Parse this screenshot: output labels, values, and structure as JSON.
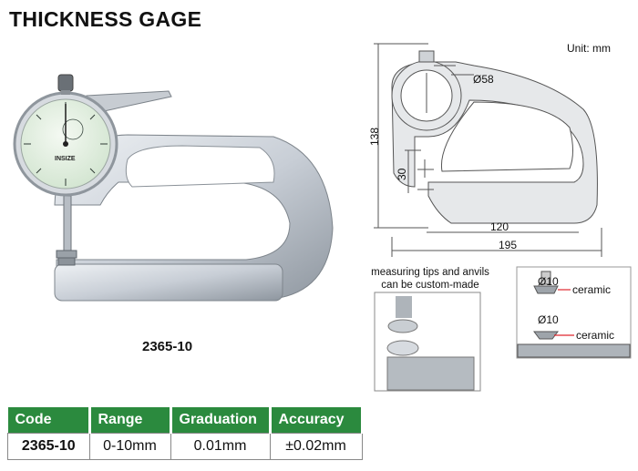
{
  "title": "THICKNESS GAGE",
  "unit_label": "Unit: mm",
  "model_number": "2365-10",
  "custom_note": [
    "measuring tips and anvils",
    "can be custom-made"
  ],
  "dimensions": {
    "diameter_dial": "Ø58",
    "height_total": "138",
    "throat_height": "30",
    "throat_depth": "120",
    "overall_length": "195",
    "tip_upper": "Ø10",
    "tip_lower": "Ø10",
    "material_upper": "ceramic",
    "material_lower": "ceramic"
  },
  "dial_brand": "INSIZE",
  "table": {
    "headers": [
      "Code",
      "Range",
      "Graduation",
      "Accuracy"
    ],
    "rows": [
      [
        "2365-10",
        "0-10mm",
        "0.01mm",
        "±0.02mm"
      ]
    ]
  },
  "colors": {
    "header_green": "#2b8a3e",
    "accent_red": "#e0282e"
  }
}
